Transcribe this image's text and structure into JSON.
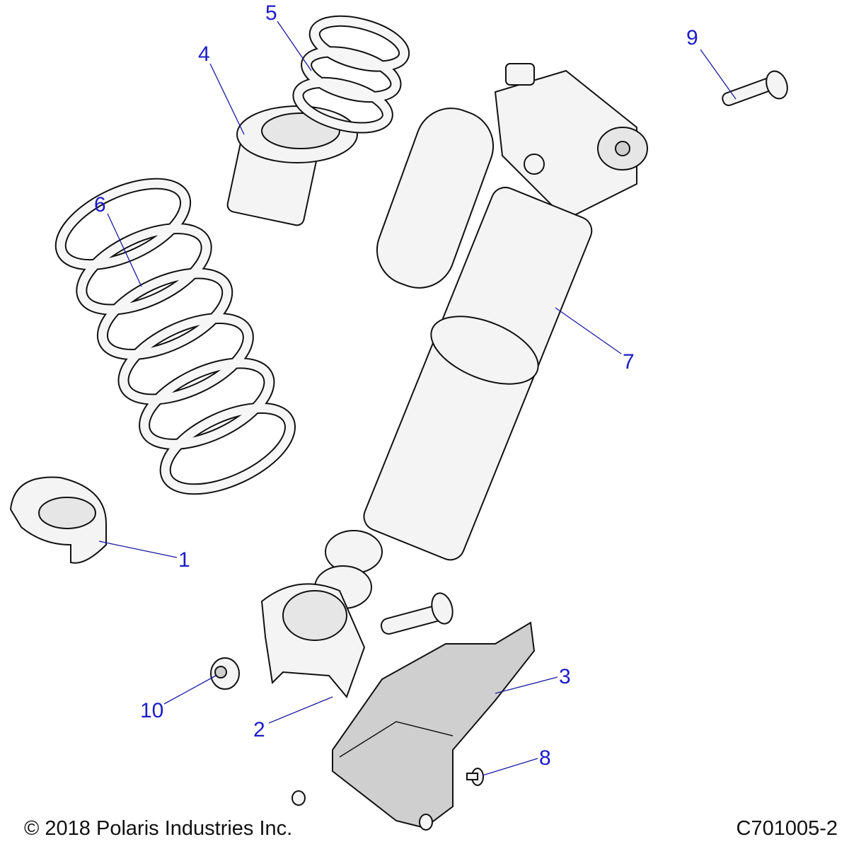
{
  "diagram": {
    "callouts": {
      "c1": "1",
      "c2": "2",
      "c3": "3",
      "c4": "4",
      "c5": "5",
      "c6": "6",
      "c7": "7",
      "c8": "8",
      "c9": "9",
      "c10": "10"
    },
    "copyright": "© 2018 Polaris Industries Inc.",
    "figure_id": "C701005-2",
    "colors": {
      "callout": "#1c1cc8",
      "leader": "#1a1aa0"
    }
  }
}
